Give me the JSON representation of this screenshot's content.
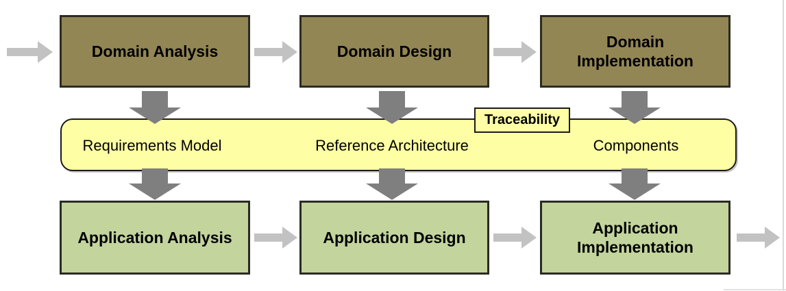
{
  "top_row": [
    {
      "line1": "Domain Analysis"
    },
    {
      "line1": "Domain Design"
    },
    {
      "line1": "Domain",
      "line2": "Implementation"
    }
  ],
  "band": {
    "labels": [
      "Requirements Model",
      "Reference Architecture",
      "Components"
    ],
    "tag": "Traceability"
  },
  "bottom_row": [
    {
      "line1": "Application Analysis"
    },
    {
      "line1": "Application Design"
    },
    {
      "line1": "Application",
      "line2": "Implementation"
    }
  ],
  "colors": {
    "domain_box_fill": "#938655",
    "application_box_fill": "#C3D49D",
    "band_fill": "#FEFEA4",
    "box_border": "#2B2B20",
    "down_arrow": "#7F7F7F",
    "side_arrow": "#C2C2C2"
  }
}
